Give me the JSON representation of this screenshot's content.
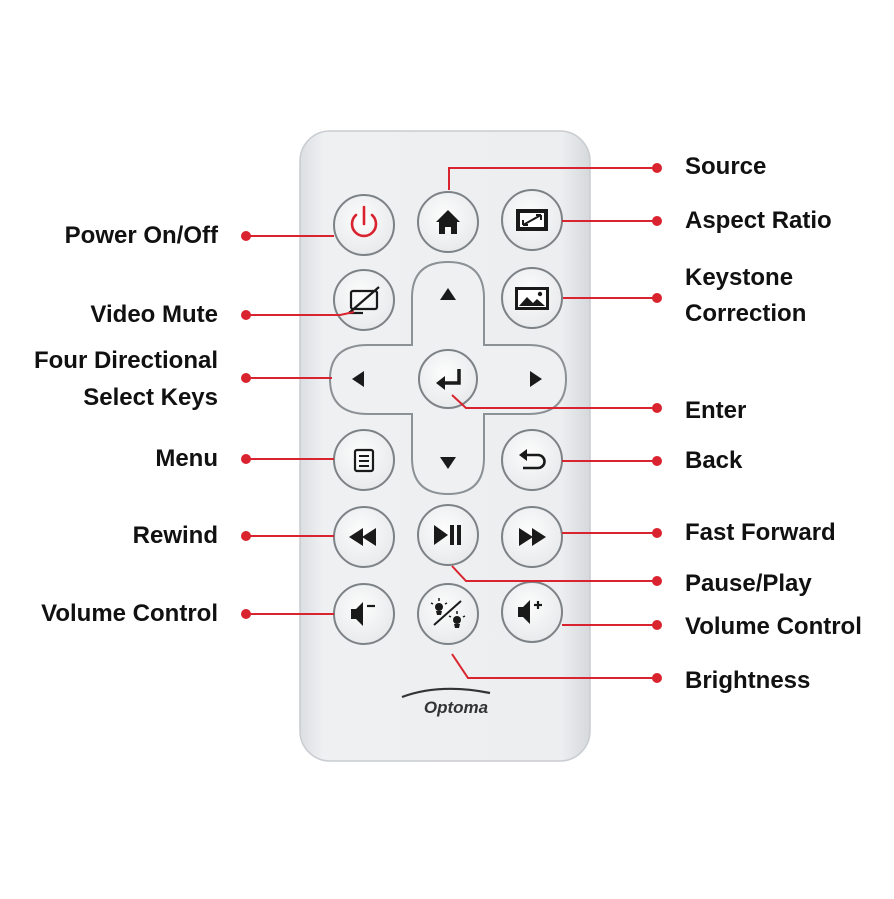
{
  "colors": {
    "callout": "#d9232e",
    "power_accent": "#d9232e",
    "remote_body": "#eceef0",
    "button_face": "#f7f8f9",
    "icon": "#1a1a1a",
    "text": "#111111"
  },
  "brand": {
    "logo_text": "Optoma"
  },
  "labels": {
    "power": "Power On/Off",
    "video_mute": "Video Mute",
    "four_directional_line1": "Four Directional",
    "four_directional_line2": "Select Keys",
    "menu": "Menu",
    "rewind": "Rewind",
    "volume_left": "Volume Control",
    "source": "Source",
    "aspect_ratio": "Aspect Ratio",
    "keystone_line1": "Keystone",
    "keystone_line2": "Correction",
    "enter": "Enter",
    "back": "Back",
    "fast_forward": "Fast Forward",
    "pause_play": "Pause/Play",
    "volume_right": "Volume Control",
    "brightness": "Brightness"
  },
  "buttons": [
    {
      "id": "power",
      "icon": "power-icon"
    },
    {
      "id": "source",
      "icon": "home-icon"
    },
    {
      "id": "aspect_ratio",
      "icon": "aspect-ratio-icon"
    },
    {
      "id": "video_mute",
      "icon": "video-mute-icon"
    },
    {
      "id": "up",
      "icon": "triangle-up-icon"
    },
    {
      "id": "keystone",
      "icon": "keystone-image-icon"
    },
    {
      "id": "left",
      "icon": "triangle-left-icon"
    },
    {
      "id": "enter",
      "icon": "enter-arrow-icon"
    },
    {
      "id": "right",
      "icon": "triangle-right-icon"
    },
    {
      "id": "menu",
      "icon": "menu-icon"
    },
    {
      "id": "down",
      "icon": "triangle-down-icon"
    },
    {
      "id": "back",
      "icon": "back-arrow-icon"
    },
    {
      "id": "rewind",
      "icon": "rewind-icon"
    },
    {
      "id": "play_pause",
      "icon": "play-pause-icon"
    },
    {
      "id": "fast_forward",
      "icon": "fast-forward-icon"
    },
    {
      "id": "volume_down",
      "icon": "volume-down-icon"
    },
    {
      "id": "brightness",
      "icon": "brightness-icon"
    },
    {
      "id": "volume_up",
      "icon": "volume-up-icon"
    }
  ]
}
